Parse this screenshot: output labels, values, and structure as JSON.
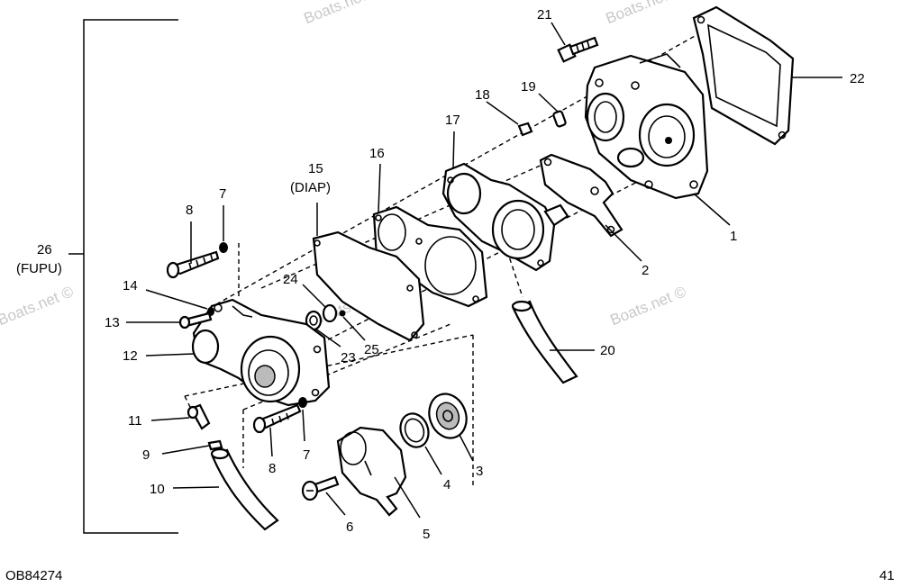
{
  "figure_code": "OB84274",
  "page_number": "41",
  "watermark": "Boats.net ©",
  "group_label": {
    "number": "26",
    "code": "(FUPU)"
  },
  "callouts": [
    {
      "id": "c1",
      "number": "1"
    },
    {
      "id": "c2",
      "number": "2"
    },
    {
      "id": "c3",
      "number": "3"
    },
    {
      "id": "c4",
      "number": "4"
    },
    {
      "id": "c5",
      "number": "5"
    },
    {
      "id": "c6",
      "number": "6"
    },
    {
      "id": "c7a",
      "number": "7"
    },
    {
      "id": "c7b",
      "number": "7"
    },
    {
      "id": "c8a",
      "number": "8"
    },
    {
      "id": "c8b",
      "number": "8"
    },
    {
      "id": "c9",
      "number": "9"
    },
    {
      "id": "c10",
      "number": "10"
    },
    {
      "id": "c11",
      "number": "11"
    },
    {
      "id": "c12",
      "number": "12"
    },
    {
      "id": "c13",
      "number": "13"
    },
    {
      "id": "c14",
      "number": "14"
    },
    {
      "id": "c15",
      "number": "15",
      "note": "(DIAP)"
    },
    {
      "id": "c16",
      "number": "16"
    },
    {
      "id": "c17",
      "number": "17"
    },
    {
      "id": "c18",
      "number": "18"
    },
    {
      "id": "c19",
      "number": "19"
    },
    {
      "id": "c20",
      "number": "20"
    },
    {
      "id": "c21",
      "number": "21"
    },
    {
      "id": "c22",
      "number": "22"
    },
    {
      "id": "c23",
      "number": "23"
    },
    {
      "id": "c24",
      "number": "24"
    },
    {
      "id": "c25",
      "number": "25"
    }
  ]
}
